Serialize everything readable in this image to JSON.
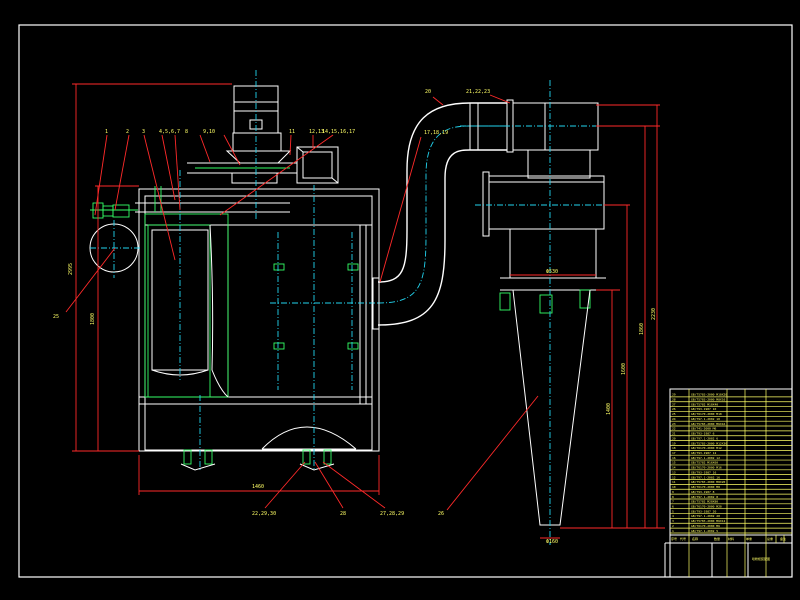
{
  "part_labels": {
    "p1": "1",
    "p2": "2",
    "p3": "3",
    "p4": "4,5,6,7",
    "p8": "8",
    "p9": "9,10",
    "p11": "11",
    "p12": "12,13",
    "p14": "14,15,16,17",
    "p18": "17,18,19",
    "p20": "20",
    "p21": "21,22,23",
    "p25": "25",
    "p26": "26",
    "p27": "27,28,29",
    "p22": "22,29,30",
    "p28": "28"
  },
  "dimensions": {
    "left_height_total": "2995",
    "left_height_box": "1800",
    "bottom_width": "1460",
    "cyl_width": "Ф530",
    "cone_outlet": "Ф160",
    "right_d1": "1400",
    "right_d2": "1600",
    "right_d3": "1860",
    "right_d4": "2230"
  },
  "title_block": {
    "parts_rows": [
      "GB/T5783-2000 M10X20",
      "GB/T5783-2000 M8X16",
      "GB/T5782 M10X40",
      "GB/T93-1987 10",
      "GB/T6170-2000 M10",
      "GB/T97.1-2002 10",
      "GB/T5783-2000 M6X16",
      "GB/T41-2000 M6",
      "GB/T93-1987 6",
      "GB/T97.1-2002 6",
      "GB/T5783-2000 M12X30",
      "GB/T6170-2000 M12",
      "GB/T93-1987 12",
      "GB/T97.1-2002 12",
      "GB/T5782 M16X60",
      "GB/T6170-2000 M16",
      "GB/T93-1987 16",
      "GB/T97.1-2002 16",
      "GB/T5783-2000 M8X20",
      "GB/T6170-2000 M8",
      "GB/T93-1987 8",
      "GB/T97.1-2002 8",
      "GB/T5782 M20X80",
      "GB/T6170-2000 M20",
      "GB/T93-1987 20",
      "GB/T97.1-2002 20",
      "GB/T5783-2000 M6X12",
      "GB/T6170-2000 M6",
      "GB/T97.1-2002 5"
    ],
    "header": [
      "序号",
      "代号",
      "名称",
      "数量",
      "材料",
      "单重",
      "总重",
      "备注"
    ],
    "footer": "喷粉柜装配图"
  },
  "colors": {
    "background": "#000000",
    "outline": "#ffffff",
    "part": "#33ff66",
    "leader": "#ff2a2a",
    "center": "#22d3ee",
    "text": "#ffff66"
  }
}
